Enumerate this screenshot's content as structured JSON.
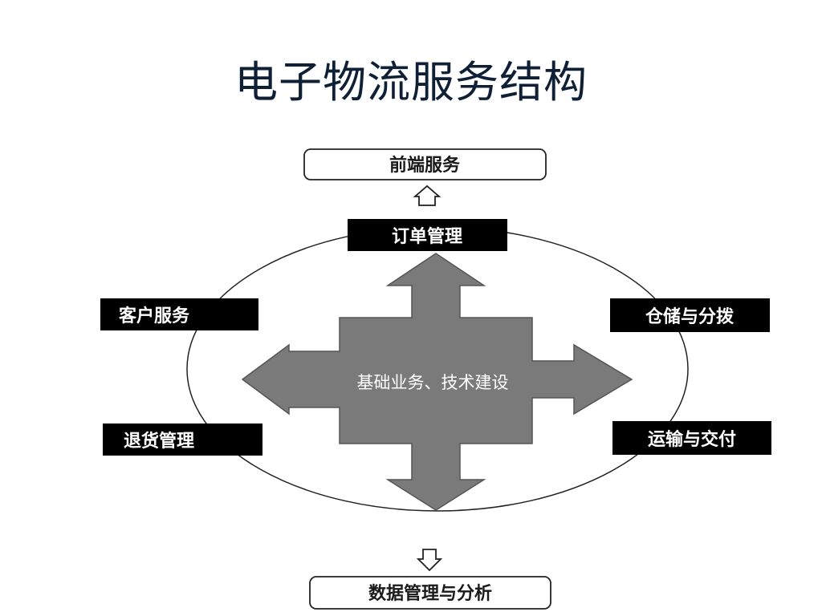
{
  "title": "电子物流服务结构",
  "diagram": {
    "top_box": "前端服务",
    "bottom_box": "数据管理与分析",
    "center": "基础业务、技术建设",
    "nodes": {
      "order": "订单管理",
      "customer": "客户服务",
      "returns": "退货管理",
      "warehouse": "仓储与分拨",
      "transport": "运输与交付"
    },
    "colors": {
      "node_fill": "#000000",
      "arrow_fill": "#7a7a7a",
      "title_color": "#0f1f35"
    }
  }
}
